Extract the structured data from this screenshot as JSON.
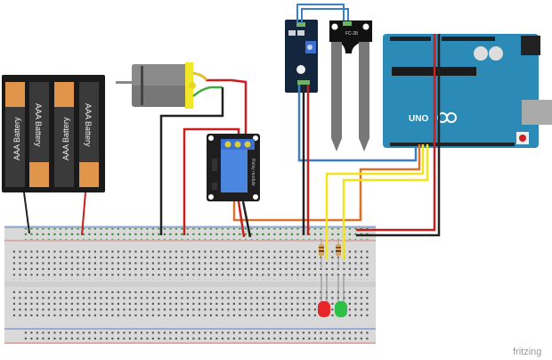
{
  "diagram": {
    "tool_label": "fritzing",
    "components": {
      "battery_pack": {
        "cell_label": "AAA Battery",
        "cell_count": 4
      },
      "dc_motor": {
        "name": "DC Motor"
      },
      "relay_module": {
        "label": "Relay module"
      },
      "soil_sensor_module": {
        "name": "Soil moisture sensor module"
      },
      "soil_probe": {
        "label": "FC-28"
      },
      "arduino": {
        "logo_text": "UNO",
        "brand": "Arduino"
      },
      "leds": [
        {
          "color_name": "red",
          "color": "#e8252b"
        },
        {
          "color_name": "green",
          "color": "#2fbf48"
        }
      ],
      "resistors": [
        {
          "id": "R1"
        },
        {
          "id": "R2"
        }
      ]
    },
    "wire_colors": {
      "power": "#c81e1e",
      "ground": "#222222",
      "signal_blue": "#3b7fc4",
      "signal_orange": "#d9732a",
      "signal_yellow": "#f2e41c",
      "motor_yellow": "#e6c21a",
      "motor_green": "#3fae3a"
    }
  }
}
